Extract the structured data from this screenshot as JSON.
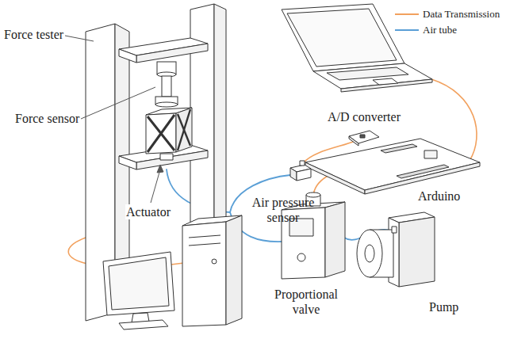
{
  "diagram": {
    "labels": [
      "Force tester",
      "Force sensor",
      "Actuator",
      "A/D converter",
      "Arduino",
      "Air pressure sensor",
      "Proportional valve",
      "Pump"
    ],
    "legend": [
      {
        "text": "Data Transmission"
      },
      {
        "text": "Air tube"
      }
    ]
  }
}
